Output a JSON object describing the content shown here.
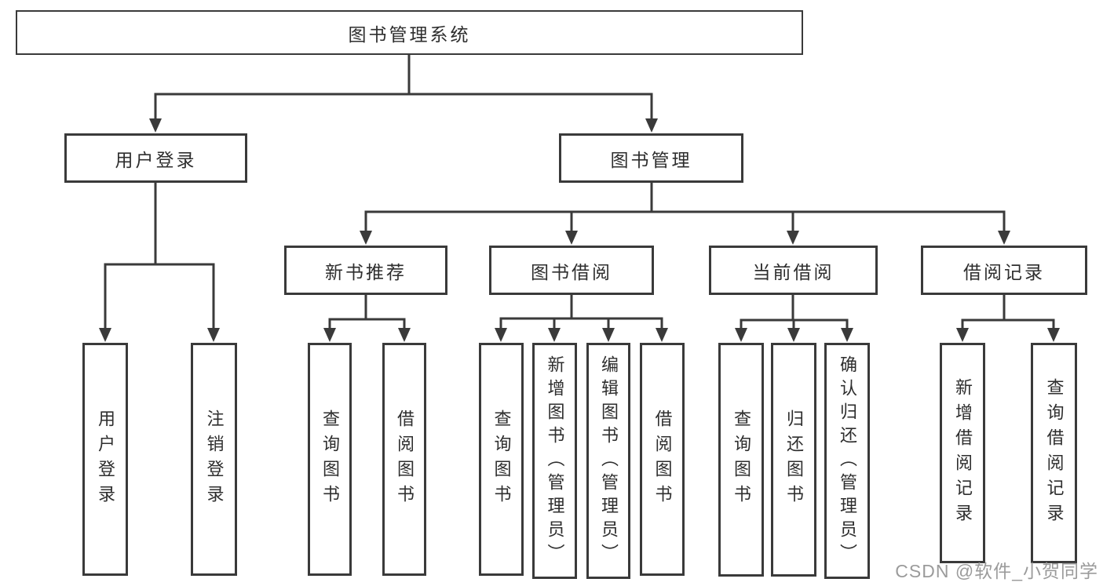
{
  "diagram_title": "图书管理系统",
  "watermark": "CSDN @软件_小贺同学",
  "colors": {
    "line": "#3a3a3a",
    "box_border": "#3a3a3a",
    "box_background": "#ffffff",
    "text": "#2e2e2e",
    "watermark": "#9b9b9b",
    "page_background": "#ffffff"
  },
  "tree": {
    "label": "图书管理系统",
    "children": [
      {
        "label": "用户登录",
        "children": [
          {
            "label": "用户登录"
          },
          {
            "label": "注销登录"
          }
        ]
      },
      {
        "label": "图书管理",
        "children": [
          {
            "label": "新书推荐",
            "children": [
              {
                "label": "查询图书"
              },
              {
                "label": "借阅图书"
              }
            ]
          },
          {
            "label": "图书借阅",
            "children": [
              {
                "label": "查询图书"
              },
              {
                "label": "新增图书（管理员）"
              },
              {
                "label": "编辑图书（管理员）"
              },
              {
                "label": "借阅图书"
              }
            ]
          },
          {
            "label": "当前借阅",
            "children": [
              {
                "label": "查询图书"
              },
              {
                "label": "归还图书"
              },
              {
                "label": "确认归还（管理员）"
              }
            ]
          },
          {
            "label": "借阅记录",
            "children": [
              {
                "label": "新增借阅记录"
              },
              {
                "label": "查询借阅记录"
              }
            ]
          }
        ]
      }
    ]
  }
}
